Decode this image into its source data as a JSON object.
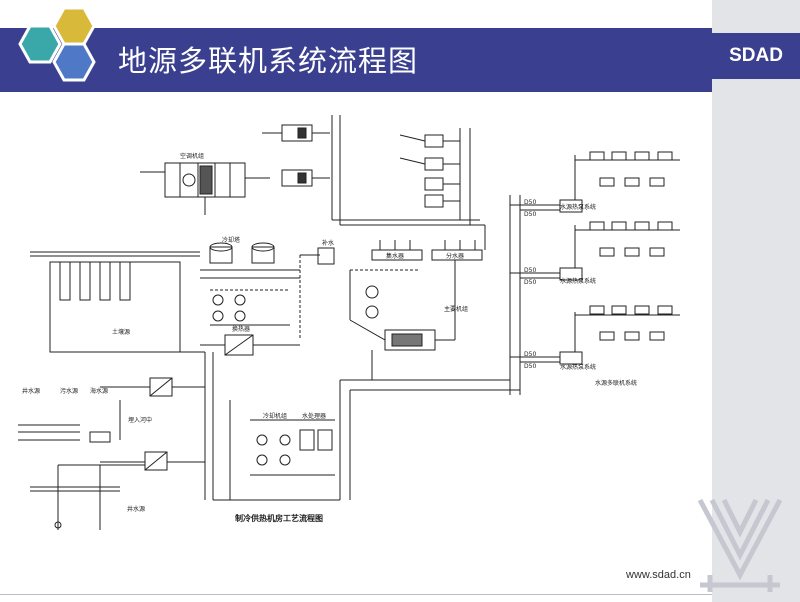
{
  "header": {
    "title": "地源多联机系统流程图",
    "brand": "SDAD",
    "accent_color": "#3a3f8f",
    "hex_colors": [
      "#d9b93a",
      "#3aa7a9",
      "#4f79c6"
    ]
  },
  "footer": {
    "url": "www.sdad.cn"
  },
  "diagram": {
    "caption": "制冷供热机房工艺流程图",
    "labels": {
      "cooling_tower": "冷却塔",
      "makeup_water": "补水",
      "water_collector": "集水器",
      "water_distributor": "分水器",
      "heat_exchanger": "换热器",
      "soil_source": "土壤源",
      "heat_pump_units": "主要机组",
      "buried_pipe": "埋入河中",
      "well_1": "井水源",
      "well_2": "污水源",
      "well_3": "海水源",
      "well_4": "井水源",
      "pump_room_1": "冷却机组",
      "pump_room_2": "水处理器",
      "system_1": "水源热泵系统",
      "system_2": "水源热泵系统",
      "system_3": "水源热泵系统",
      "system_4": "水源多联机系统",
      "pipe_d1": "D50",
      "pipe_d2": "D50",
      "pipe_d3": "D50",
      "pipe_d4": "D50",
      "pipe_d5": "D50",
      "pipe_d6": "D50",
      "ahu_label": "空调机组"
    }
  }
}
